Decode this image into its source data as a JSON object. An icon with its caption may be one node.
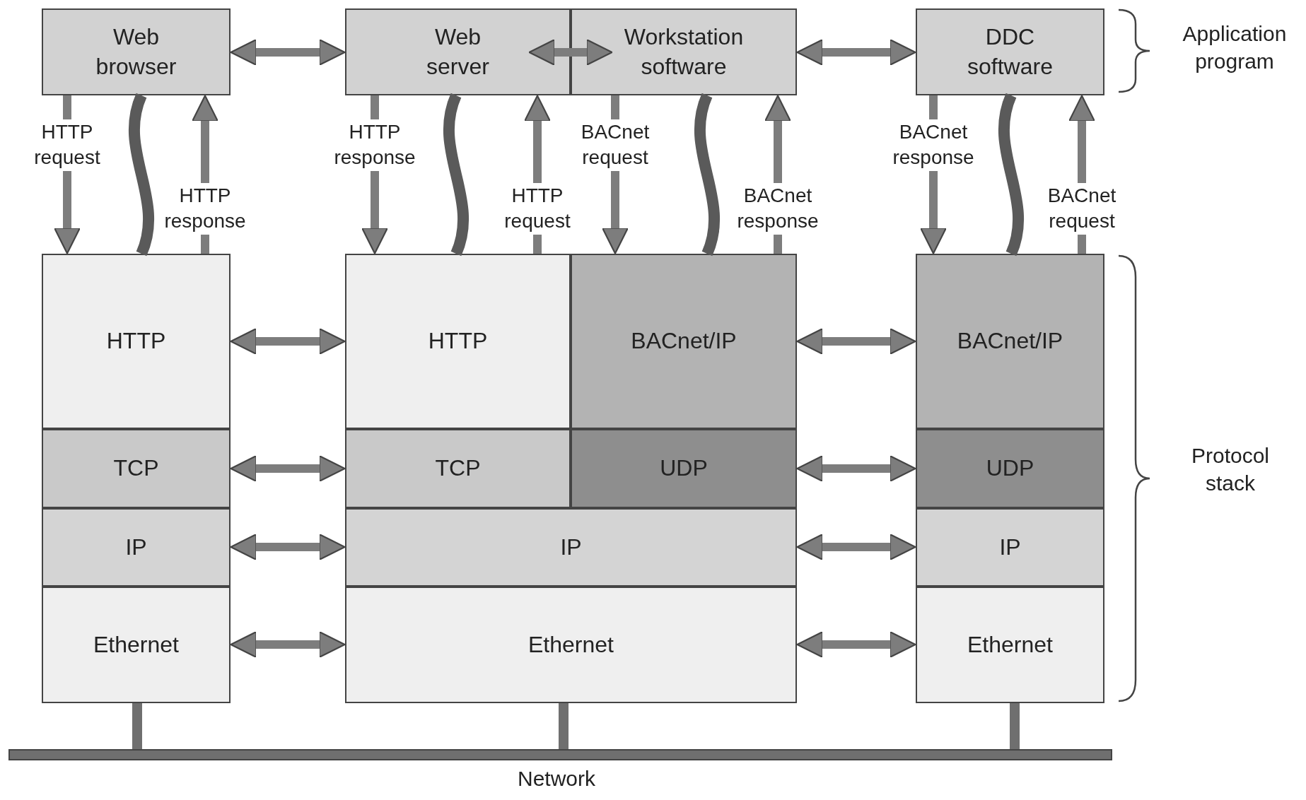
{
  "diagram": {
    "nodes": [
      {
        "text": [
          "Web browser"
        ]
      },
      {
        "text": [
          "Web server"
        ]
      },
      {
        "text": [
          "Workstation software"
        ]
      },
      {
        "text": [
          "DDC software"
        ]
      },
      {
        "text": [
          "HTTP"
        ]
      },
      {
        "text": [
          "TCP"
        ]
      },
      {
        "text": [
          "IP"
        ]
      },
      {
        "text": [
          "Ethernet"
        ]
      },
      {
        "text": [
          "HTTP"
        ]
      },
      {
        "text": [
          "BACnet/IP"
        ]
      },
      {
        "text": [
          "TCP"
        ]
      },
      {
        "text": [
          "UDP"
        ]
      },
      {
        "text": [
          "IP"
        ]
      },
      {
        "text": [
          "Ethernet"
        ]
      },
      {
        "text": [
          "BACnet/IP"
        ]
      },
      {
        "text": [
          "UDP"
        ]
      },
      {
        "text": [
          "IP"
        ]
      },
      {
        "text": [
          "Ethernet"
        ]
      },
      {
        "text": [],
        "shape": "bar",
        "beside": [
          "Network"
        ]
      }
    ],
    "edges": [
      {
        "from": 0,
        "to": 1,
        "arrow": "both"
      },
      {
        "from": 1,
        "to": 2,
        "arrow": "both"
      },
      {
        "from": 2,
        "to": 3,
        "arrow": "both"
      },
      {
        "from": 0,
        "to": 4,
        "arrow": "to",
        "label": "HTTP request"
      },
      {
        "from": 0,
        "to": 4,
        "arrow": "none"
      },
      {
        "from": 4,
        "to": 0,
        "arrow": "to",
        "label": "HTTP response"
      },
      {
        "from": 1,
        "to": 8,
        "arrow": "to",
        "label": "HTTP response"
      },
      {
        "from": 1,
        "to": 8,
        "arrow": "none"
      },
      {
        "from": 8,
        "to": 1,
        "arrow": "to",
        "label": "HTTP request"
      },
      {
        "from": 2,
        "to": 9,
        "arrow": "to",
        "label": "BACnet request"
      },
      {
        "from": 2,
        "to": 9,
        "arrow": "none"
      },
      {
        "from": 9,
        "to": 2,
        "arrow": "to",
        "label": "BACnet response"
      },
      {
        "from": 3,
        "to": 14,
        "arrow": "to",
        "label": "BACnet response"
      },
      {
        "from": 3,
        "to": 14,
        "arrow": "none"
      },
      {
        "from": 14,
        "to": 3,
        "arrow": "to",
        "label": "BACnet request"
      },
      {
        "from": 4,
        "to": 8,
        "arrow": "both"
      },
      {
        "from": 9,
        "to": 14,
        "arrow": "both"
      },
      {
        "from": 5,
        "to": 10,
        "arrow": "both"
      },
      {
        "from": 11,
        "to": 15,
        "arrow": "both"
      },
      {
        "from": 6,
        "to": 12,
        "arrow": "both"
      },
      {
        "from": 12,
        "to": 16,
        "arrow": "both"
      },
      {
        "from": 7,
        "to": 13,
        "arrow": "both"
      },
      {
        "from": 13,
        "to": 17,
        "arrow": "both"
      },
      {
        "from": 7,
        "to": 18,
        "arrow": "none"
      },
      {
        "from": 13,
        "to": 18,
        "arrow": "none"
      },
      {
        "from": 17,
        "to": 18,
        "arrow": "none"
      }
    ],
    "labels": [
      "Application program",
      "Protocol stack"
    ]
  }
}
